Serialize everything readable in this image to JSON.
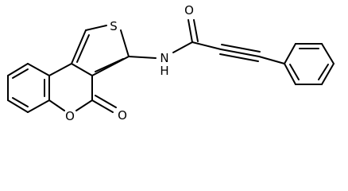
{
  "atoms": {
    "sulfur": "S",
    "nitrogen_h": "N",
    "hydrogen": "H",
    "amide_oxygen": "O",
    "lactone_ring_oxygen": "O",
    "lactone_carbonyl_oxygen": "O"
  }
}
